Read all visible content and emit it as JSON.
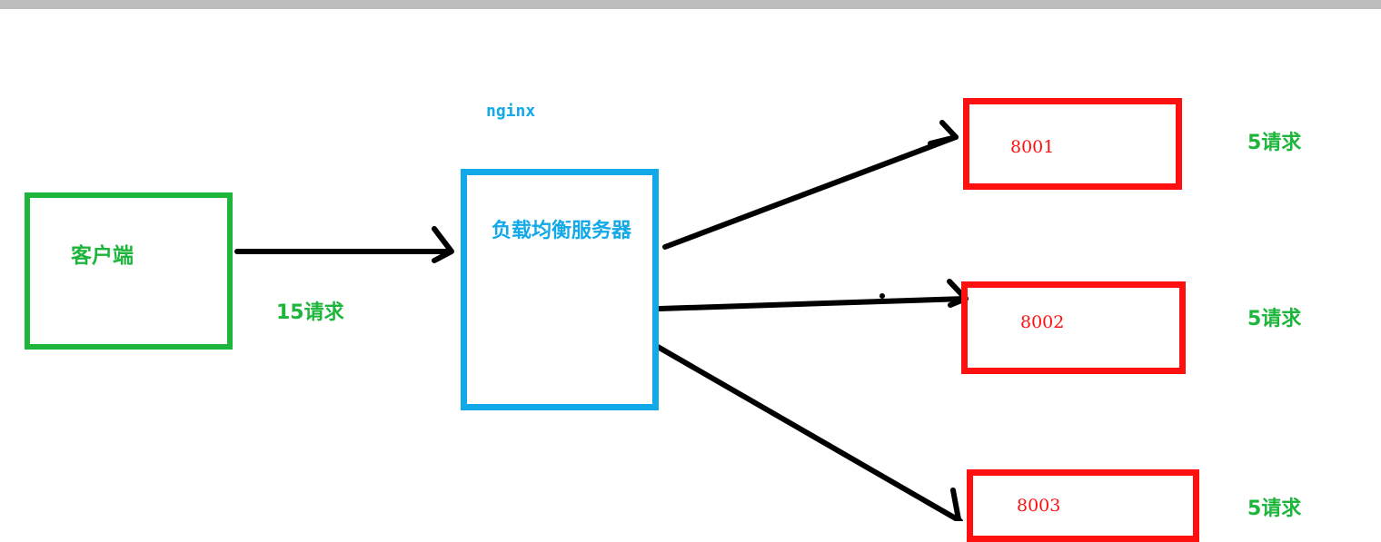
{
  "client": {
    "label": "客户端"
  },
  "load_balancer": {
    "title": "nginx",
    "label": "负载均衡服务器"
  },
  "incoming_requests": "15请求",
  "servers": [
    {
      "port": "8001",
      "requests": "5请求"
    },
    {
      "port": "8002",
      "requests": "5请求"
    },
    {
      "port": "8003",
      "requests": "5请求"
    }
  ],
  "colors": {
    "client": "#1db53b",
    "load_balancer": "#12a9e8",
    "servers": "#ff1010",
    "arrows": "#000000"
  }
}
